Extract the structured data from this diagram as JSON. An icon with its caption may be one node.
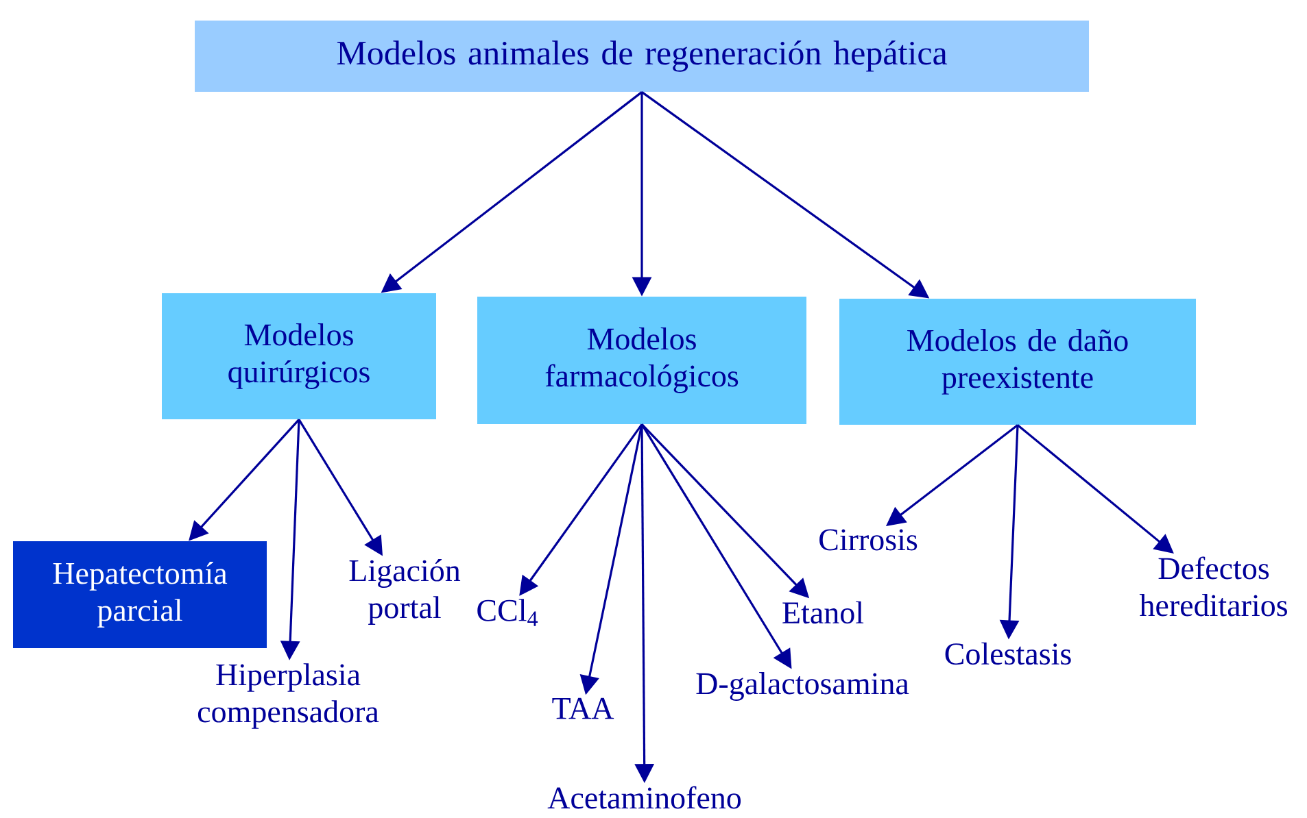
{
  "diagram": {
    "nodes": [
      {
        "text": [
          "Modelos animales de regeneración hepática"
        ]
      },
      {
        "text": [
          "Modelos quirúrgicos"
        ]
      },
      {
        "text": [
          "Modelos farmacológicos"
        ]
      },
      {
        "text": [
          "Modelos de daño preexistente"
        ]
      },
      {
        "text": [
          "Hepatectomía parcial"
        ]
      },
      {
        "text": [
          "Hiperplasia compensadora"
        ]
      },
      {
        "text": [
          "Ligación portal"
        ]
      },
      {
        "text": [
          "CCl$_{4}$"
        ]
      },
      {
        "text": [
          "TAA"
        ]
      },
      {
        "text": [
          "Acetaminofeno"
        ]
      },
      {
        "text": [
          "D-galactosamina"
        ]
      },
      {
        "text": [
          "Etanol"
        ]
      },
      {
        "text": [
          "Cirrosis"
        ]
      },
      {
        "text": [
          "Colestasis"
        ]
      },
      {
        "text": [
          "Defectos hereditarios"
        ]
      }
    ],
    "edges": [
      {
        "from": 0,
        "to": 1,
        "arrow": "to"
      },
      {
        "from": 0,
        "to": 2,
        "arrow": "to"
      },
      {
        "from": 0,
        "to": 3,
        "arrow": "to"
      },
      {
        "from": 1,
        "to": 4,
        "arrow": "to"
      },
      {
        "from": 1,
        "to": 5,
        "arrow": "to"
      },
      {
        "from": 1,
        "to": 6,
        "arrow": "to"
      },
      {
        "from": 2,
        "to": 7,
        "arrow": "to"
      },
      {
        "from": 2,
        "to": 8,
        "arrow": "to"
      },
      {
        "from": 2,
        "to": 9,
        "arrow": "to"
      },
      {
        "from": 2,
        "to": 10,
        "arrow": "to"
      },
      {
        "from": 2,
        "to": 11,
        "arrow": "to"
      },
      {
        "from": 3,
        "to": 12,
        "arrow": "to"
      },
      {
        "from": 3,
        "to": 13,
        "arrow": "to"
      },
      {
        "from": 3,
        "to": 14,
        "arrow": "to"
      }
    ]
  }
}
